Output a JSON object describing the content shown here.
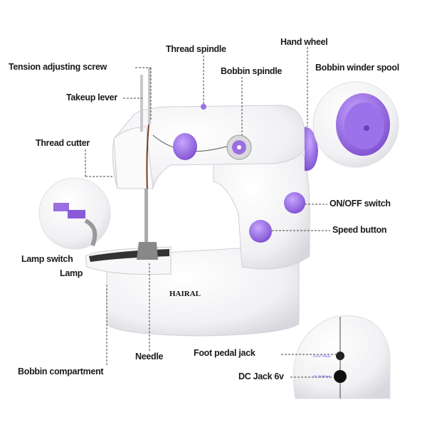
{
  "labels": {
    "thread_spindle": "Thread spindle",
    "tension_screw": "Tension adjusting screw",
    "bobbin_spindle": "Bobbin spindle",
    "hand_wheel": "Hand wheel",
    "bobbin_winder_spool": "Bobbin winder spool",
    "takeup_lever": "Takeup lever",
    "thread_cutter": "Thread cutter",
    "on_off_switch": "ON/OFF switch",
    "speed_button": "Speed button",
    "lamp_switch": "Lamp switch",
    "lamp": "Lamp",
    "needle": "Needle",
    "foot_pedal_jack": "Foot pedal jack",
    "bobbin_compartment": "Bobbin compartment",
    "dc_jack": "DC Jack 6v"
  },
  "brand": "HAIRAL",
  "colors": {
    "accent": "#9b6fe0",
    "body": "#f4f4f6",
    "leader": "#444444"
  }
}
